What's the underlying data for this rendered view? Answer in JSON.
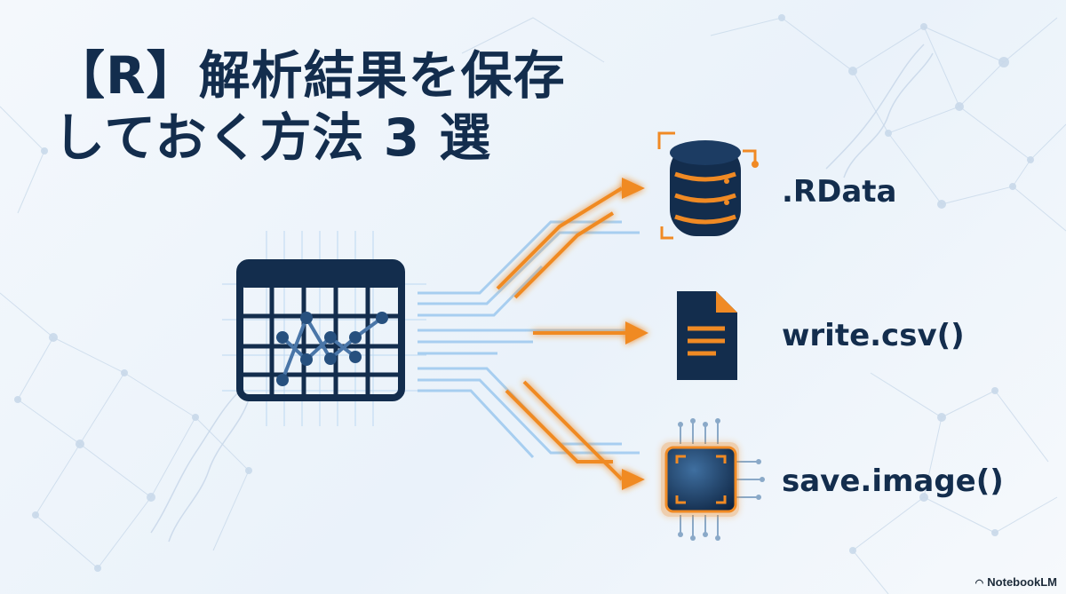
{
  "title": {
    "line1": "【R】解析結果を保存",
    "line2": "しておく方法 3 選"
  },
  "source": {
    "icon": "table-chart-icon"
  },
  "targets": [
    {
      "label": ".RData",
      "icon": "database-icon"
    },
    {
      "label": "write.csv()",
      "icon": "document-icon"
    },
    {
      "label": "save.image()",
      "icon": "chip-icon"
    }
  ],
  "colors": {
    "navy": "#132d4d",
    "orange": "#f08a24",
    "light_blue": "#9cc8ef"
  },
  "brand": {
    "text": "NotebookLM"
  }
}
